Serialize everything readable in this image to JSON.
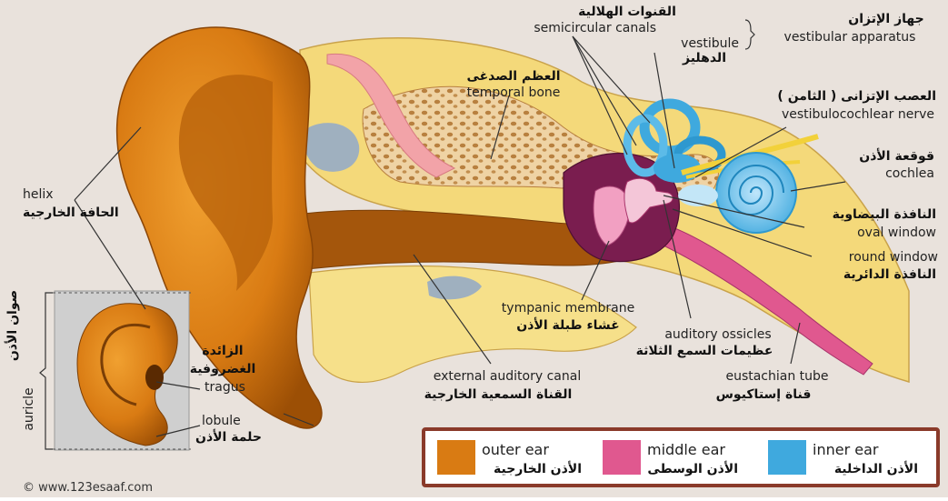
{
  "labels": {
    "semicircular_canals_ar": "القنوات الهلالية",
    "semicircular_canals_en": "semicircular canals",
    "vestibule_en": "vestibule",
    "vestibule_ar": "الدهليز",
    "vestibular_apparatus_ar": "جهاز الإتزان",
    "vestibular_apparatus_en": "vestibular apparatus",
    "temporal_bone_ar": "العظم الصدغى",
    "temporal_bone_en": "temporal bone",
    "vestibulocochlear_nerve_ar": "العصب الإتزانى ( الثامن )",
    "vestibulocochlear_nerve_en": "vestibulocochlear nerve",
    "cochlea_ar": "قوقعة الأذن",
    "cochlea_en": "cochlea",
    "oval_window_ar": "النافذة البيضاوية",
    "oval_window_en": "oval window",
    "round_window_en": "round window",
    "round_window_ar": "النافذة الدائرية",
    "helix_en": "helix",
    "helix_ar": "الحافة الخارجية",
    "auricle_ar": "صوان الأذن",
    "auricle_en": "auricle",
    "tragus_ar_line1": "الزائدة",
    "tragus_ar_line2": "الغضروفية",
    "tragus_en": "tragus",
    "lobule_en": "lobule",
    "lobule_ar": "حلمة الأذن",
    "tympanic_membrane_en": "tympanic membrane",
    "tympanic_membrane_ar": "غشاء طبلة الأذن",
    "auditory_ossicles_en": "auditory ossicles",
    "auditory_ossicles_ar": "عظيمات السمع الثلاثة",
    "external_canal_en": "external auditory canal",
    "external_canal_ar": "القناة السمعية الخارجية",
    "eustachian_tube_en": "eustachian tube",
    "eustachian_tube_ar": "قناة إستاكيوس"
  },
  "legend": [
    {
      "en": "outer ear",
      "ar": "الأذن الخارجية",
      "color": "#d97b13"
    },
    {
      "en": "middle ear",
      "ar": "الأذن الوسطى",
      "color": "#e0588f"
    },
    {
      "en": "inner ear",
      "ar": "الأذن الداخلية",
      "color": "#3fa9de"
    }
  ],
  "copyright": "© www.123esaaf.com",
  "colors": {
    "background": "#e9e2dc",
    "outer_ear": "#d97b13",
    "middle_ear": "#e0588f",
    "inner_ear": "#3fa9de",
    "tissue": "#f4d97a",
    "bone": "#e9c79a"
  }
}
